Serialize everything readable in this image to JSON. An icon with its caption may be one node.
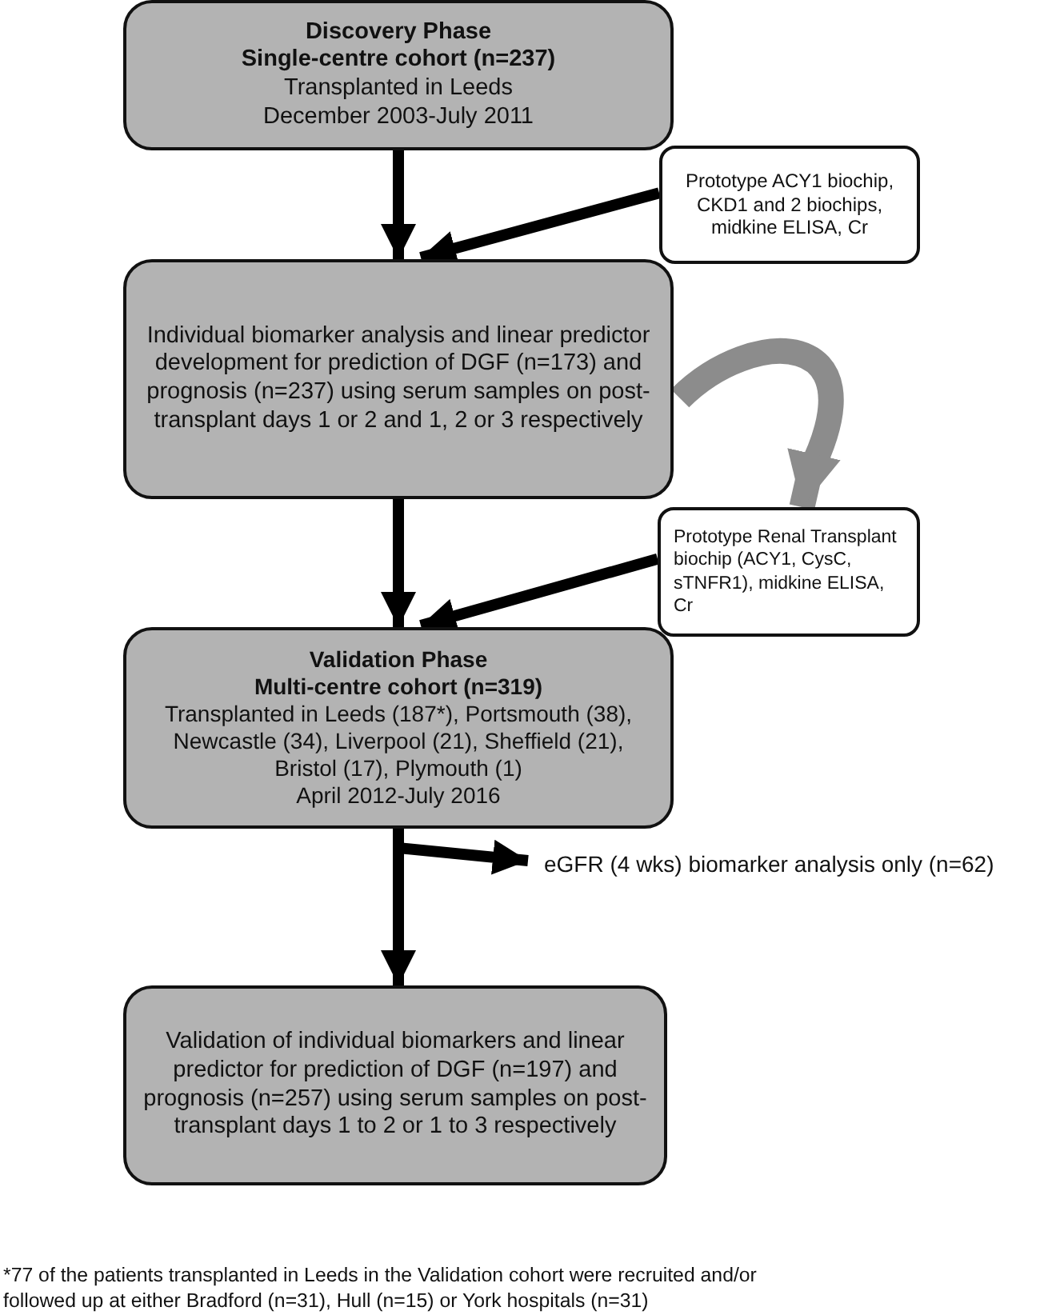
{
  "diagram": {
    "nodes": [
      {
        "text": [
          "Discovery Phase",
          "Single-centre cohort (n=237)",
          "Transplanted in Leeds",
          "December 2003-July 2011"
        ]
      },
      {
        "text": [
          "Prototype ACY1 biochip, CKD1 and 2 biochips, midkine ELISA, Cr"
        ]
      },
      {
        "text": [
          "Individual biomarker analysis and linear predictor development for prediction of DGF (n=173) and prognosis (n=237) using serum samples on post-transplant days 1 or 2 and 1, 2 or 3 respectively"
        ]
      },
      {
        "text": [
          "Prototype Renal Transplant biochip (ACY1, CysC, sTNFR1), midkine ELISA, Cr"
        ]
      },
      {
        "text": [
          "Validation Phase",
          "Multi-centre cohort (n=319)",
          "Transplanted in Leeds (187*), Portsmouth (38), Newcastle (34), Liverpool (21), Sheffield (21), Bristol (17), Plymouth (1)",
          "April 2012-July 2016"
        ]
      },
      {
        "text": [
          "eGFR (4 wks) biomarker analysis only (n=62)"
        ]
      },
      {
        "text": [
          "Validation of individual biomarkers and linear predictor for prediction of DGF (n=197) and prognosis (n=257) using serum samples on post-transplant days 1 to 2 or 1 to 3 respectively"
        ]
      }
    ],
    "edges": [
      {
        "from": 0,
        "to": 2,
        "arrow": "to"
      },
      {
        "from": 1,
        "to": 2,
        "arrow": "to"
      },
      {
        "from": 2,
        "to": 3,
        "arrow": "to",
        "style": "thick",
        "color": "#8c8c8c"
      },
      {
        "from": 2,
        "to": 4,
        "arrow": "to"
      },
      {
        "from": 3,
        "to": 4,
        "arrow": "to"
      },
      {
        "from": 4,
        "to": 5,
        "arrow": "to"
      },
      {
        "from": 4,
        "to": 6,
        "arrow": "to"
      }
    ],
    "labels": [
      "*77 of the patients transplanted in Leeds in the Validation cohort were recruited and/or followed up at either Bradford (n=31), Hull (n=15) or York hospitals (n=31)"
    ]
  }
}
